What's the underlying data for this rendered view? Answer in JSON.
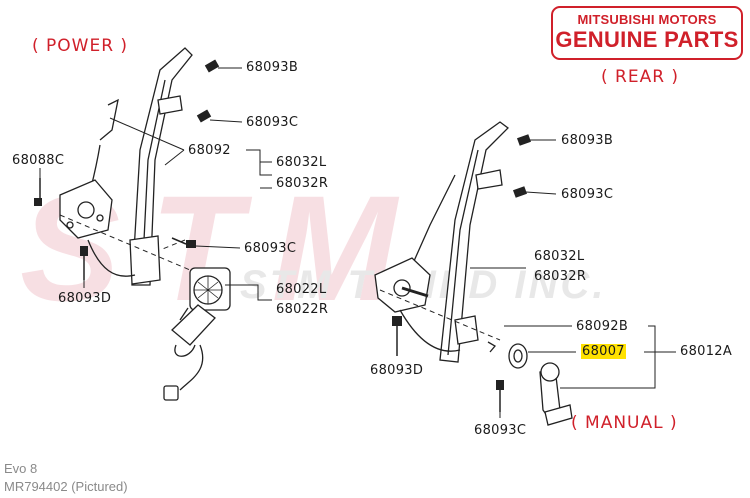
{
  "brand": {
    "line1": "MITSUBISHI MOTORS",
    "line2": "GENUINE PARTS"
  },
  "watermark": {
    "big": "STM",
    "tag": "STM TUNED INC."
  },
  "headings": {
    "power": "( POWER )",
    "rear": "( REAR )",
    "manual": "( MANUAL )"
  },
  "power_labels": {
    "p68093B": "68093B",
    "p68093C_a": "68093C",
    "p68092": "68092",
    "p68032L": "68032L",
    "p68032R": "68032R",
    "p68088C": "68088C",
    "p68093C_b": "68093C",
    "p68093D": "68093D",
    "p68022L": "68022L",
    "p68022R": "68022R"
  },
  "manual_labels": {
    "m68093B": "68093B",
    "m68093C_a": "68093C",
    "m68032L": "68032L",
    "m68032R": "68032R",
    "m68092B": "68092B",
    "m68007": "68007",
    "m68012A": "68012A",
    "m68093D": "68093D",
    "m68093C_b": "68093C"
  },
  "highlight_color": "#ffe100",
  "accent_color": "#d0202a",
  "footer": {
    "model": "Evo 8",
    "part": "MR794402  (Pictured)"
  }
}
